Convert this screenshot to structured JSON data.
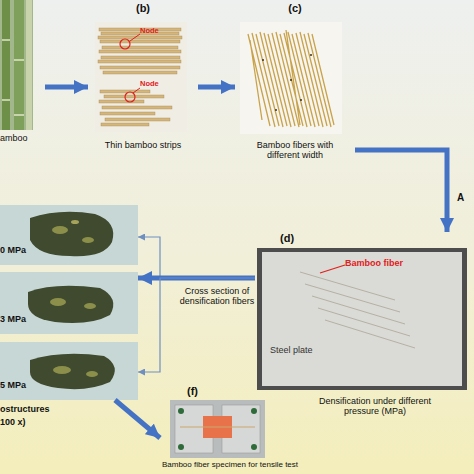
{
  "diagram": {
    "nodes": [
      {
        "text": [
          "amboo"
        ]
      },
      {
        "text": [
          "(b)",
          "Thin bamboo strips"
        ]
      },
      {
        "text": [
          "(c)",
          "Bamboo fibers with different width"
        ]
      },
      {
        "text": [
          "(d)",
          "Densification under different pressure (MPa)"
        ]
      },
      {
        "text": [
          "0 MPa"
        ]
      },
      {
        "text": [
          "3 MPa"
        ]
      },
      {
        "text": [
          "5 MPa"
        ]
      },
      {
        "text": [
          "(f)",
          "Bamboo fiber specimen for tensile test"
        ]
      }
    ],
    "edges": [
      {
        "from": 0,
        "to": 1,
        "arrow": "to"
      },
      {
        "from": 1,
        "to": 2,
        "arrow": "to"
      },
      {
        "from": 2,
        "to": 3,
        "arrow": "to",
        "label": "A"
      },
      {
        "from": 3,
        "to": 4,
        "arrow": "to"
      },
      {
        "from": 3,
        "to": 5,
        "arrow": "to",
        "label": "Cross section of densification fibers"
      },
      {
        "from": 3,
        "to": 6,
        "arrow": "to"
      },
      {
        "from": 6,
        "to": 7,
        "arrow": "to"
      }
    ],
    "labels": [
      "Node",
      "Node",
      "Bamboo fiber",
      "Steel plate",
      "ostructures",
      "100 x)"
    ]
  }
}
